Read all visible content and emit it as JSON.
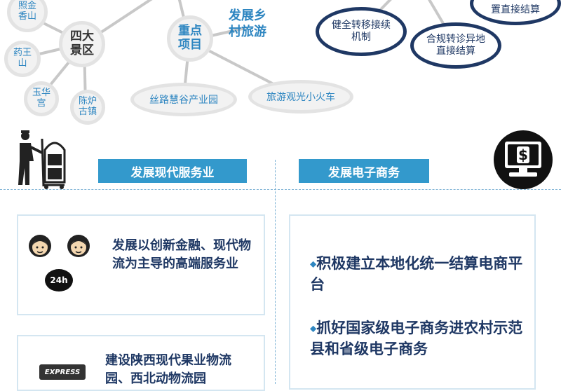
{
  "network": {
    "four_areas": "四大景区",
    "zhaojin": "照金香山",
    "yaowang": "药王山",
    "yuhua": "玉华宫",
    "chenlu": "陈炉古镇",
    "key_projects": "重点项目",
    "silk_road": "丝路慧谷产业园",
    "train": "旅游观光小火车",
    "rural_tourism": "发展乡村旅游"
  },
  "policy": {
    "transfer": "健全转移接续机制",
    "compliant": "合规转诊异地直接结算",
    "top_right": "置直接结算"
  },
  "services": {
    "header": "发展现代服务业",
    "item1": "发展以创新金融、现代物流为主导的高端服务业",
    "item2": "建设陕西现代果业物流园、西北动物流园",
    "badge_24h": "24h",
    "express_label": "EXPRESS"
  },
  "ecommerce": {
    "header": "发展电子商务",
    "item1": "积极建立本地化统一结算电商平台",
    "item2": "抓好国家级电子商务进农村示范县和省级电子商务",
    "bullet": "◆",
    "dollar": "$"
  },
  "colors": {
    "accent": "#3399cc",
    "navy": "#1f3864",
    "text_blue": "#2e86c1"
  }
}
